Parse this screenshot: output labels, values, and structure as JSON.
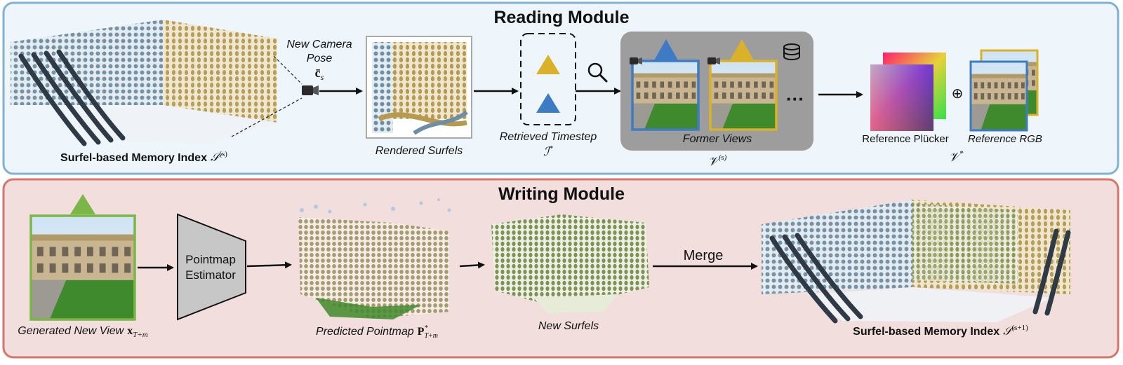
{
  "reading": {
    "title": "Reading Module",
    "memory_label": "Surfel-based Memory Index",
    "memory_math": "𝒮",
    "memory_sup": "(s)",
    "camera_label_1": "New Camera",
    "camera_label_2": "Pose",
    "camera_math": "c̄",
    "camera_sub": "s",
    "rendered_label": "Rendered Surfels",
    "retrieved_label": "Retrieved Timestep",
    "retrieved_math": "ℐ",
    "retrieved_sup": "*",
    "former_label": "Former Views",
    "former_math": "𝒱",
    "former_sup": "(s)",
    "ellipsis": "···",
    "plucker_label": "Reference Plücker",
    "rgb_label": "Reference RGB",
    "oplus": "⊕",
    "ref_math": "𝒱",
    "ref_sup": "*"
  },
  "writing": {
    "title": "Writing Module",
    "generated_label": "Generated New View",
    "generated_math": "x",
    "generated_sub": "T+m",
    "estimator_1": "Pointmap",
    "estimator_2": "Estimator",
    "pointmap_label": "Predicted Pointmap",
    "pointmap_math": "P",
    "pointmap_sup": "*",
    "pointmap_sub": "T+m",
    "surfels_label": "New Surfels",
    "merge_label": "Merge",
    "memory_label": "Surfel-based Memory Index",
    "memory_math": "𝒮",
    "memory_sup": "(s+1)"
  },
  "colors": {
    "reading_border": "#7fb2d6",
    "reading_bg": "#eef5fb",
    "writing_border": "#d9746a",
    "writing_bg": "#f2dedd",
    "blue_triangle": "#3d7bc4",
    "gold_triangle": "#d9b229",
    "green_triangle": "#7ab648",
    "former_box": "#9d9d9d"
  }
}
